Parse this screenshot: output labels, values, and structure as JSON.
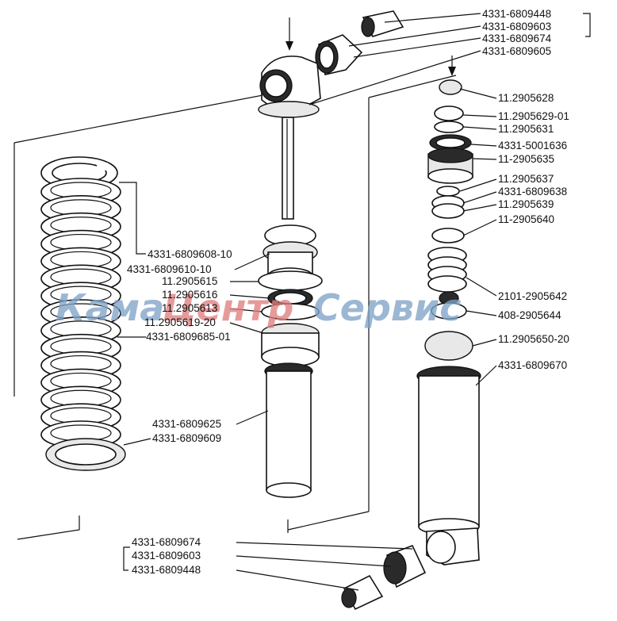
{
  "watermark": {
    "part1": "Кама",
    "part2": "Центр",
    "part3": "Сервис",
    "color_main": "#7fa3c8",
    "color_accent": "#e07f7f"
  },
  "labels": {
    "top_group": [
      "4331-6809448",
      "4331-6809603",
      "4331-6809674",
      "4331-6809605"
    ],
    "right_column": [
      "11.2905628",
      "11.2905629-01",
      "11.2905631",
      "4331-5001636",
      "11-2905635",
      "11.2905637",
      "4331-6809638",
      "11.2905639",
      "11-2905640",
      "2101-2905642",
      "408-2905644",
      "11.2905650-20",
      "4331-6809670"
    ],
    "middle_column": [
      "4331-6809608-10",
      "4331-6809610-10",
      "11.2905615",
      "11.2905616",
      "11.2905613",
      "11.2905619-20",
      "4331-6809685-01"
    ],
    "lower_middle": [
      "4331-6809625",
      "4331-6809609"
    ],
    "bottom_group": [
      "4331-6809674",
      "4331-6809603",
      "4331-6809448"
    ]
  }
}
